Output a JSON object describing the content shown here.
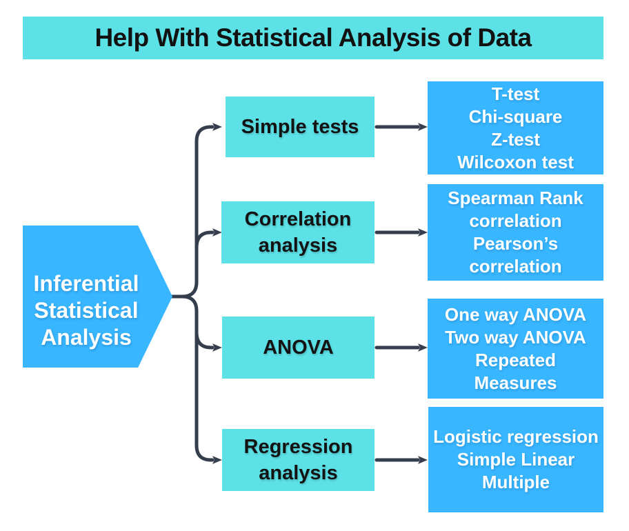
{
  "title": "Help With Statistical Analysis of Data",
  "root": {
    "lines": [
      "Inferential",
      "Statistical",
      "Analysis"
    ]
  },
  "branches": [
    {
      "label": "Simple tests",
      "items": [
        "T-test",
        "Chi-square",
        "Z-test",
        "Wilcoxon test"
      ]
    },
    {
      "label": "Correlation analysis",
      "items": [
        "Spearman Rank",
        "correlation",
        "Pearson’s",
        "correlation"
      ]
    },
    {
      "label": "ANOVA",
      "items": [
        "One way ANOVA",
        "Two way ANOVA",
        "Repeated",
        "Measures"
      ]
    },
    {
      "label": "Regression analysis",
      "items": [
        "Logistic regression",
        "Simple Linear",
        "Multiple"
      ]
    }
  ],
  "colors": {
    "banner": "#5CE1E6",
    "middle_box": "#5CE1E6",
    "right_box": "#38B6FF",
    "root_shape": "#38B6FF",
    "connector": "#343E4C",
    "title_text": "#121212",
    "middle_text": "#131313",
    "light_text": "#FFFFFF",
    "background": "#FFFFFF"
  }
}
